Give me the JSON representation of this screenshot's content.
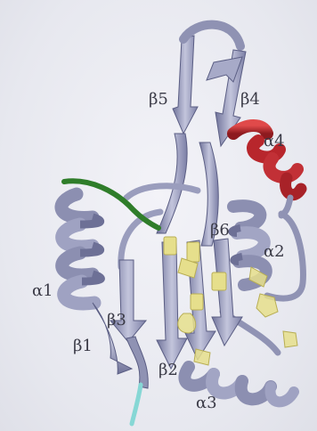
{
  "labels": {
    "beta5": "β5",
    "beta4": "β4",
    "alpha4": "α4",
    "beta6": "β6",
    "alpha2": "α2",
    "alpha1": "α1",
    "beta3": "β3",
    "beta1": "β1",
    "beta2": "β2",
    "alpha3": "α3"
  },
  "colors": {
    "background": "#e9eaf1",
    "ribbon": "#9fa2c2",
    "ribbon_dark": "#6d7096",
    "helix_red": "#b8262c",
    "loop_green": "#2f7d2a",
    "ligand_yellow": "#e6df8c",
    "terminus_cyan": "#86d7d5",
    "label_text": "#3a3a46"
  }
}
